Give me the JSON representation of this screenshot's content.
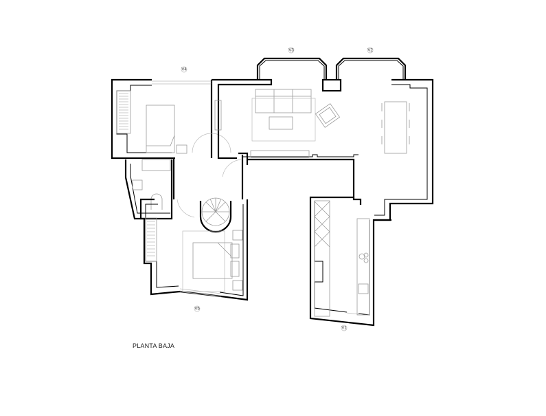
{
  "drawing": {
    "title": "PLANTA BAJA",
    "window_tags": [
      "V1",
      "V2",
      "V3",
      "V4",
      "V5"
    ]
  },
  "colors": {
    "walls": "#000000",
    "furniture": "#9a9a9a",
    "background": "#ffffff"
  }
}
